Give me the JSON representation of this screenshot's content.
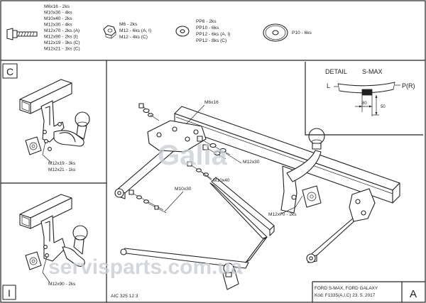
{
  "parts_list": {
    "bolts": [
      "M6x16 - 2ks",
      "M10x30 - 4ks",
      "M10x40 - 2ks",
      "M12x30 - 4ks",
      "M12x70 - 2ks (A)",
      "M12x90 - 2ks (I)",
      "M12x19 - 3ks (C)",
      "M12x21 - 1ks (C)"
    ],
    "nuts": [
      "M6 - 2ks",
      "M12 - 6ks (A, I)",
      "M12 - 4ks (C)"
    ],
    "washers": [
      "PP6 - 2ks",
      "PP10 - 6ks",
      "PP12 - 6ks (A, I)",
      "PP12 - 8ks (C)"
    ],
    "large_washer": "P10 - 6ks"
  },
  "panel_c": {
    "letter": "C",
    "callout_1": "M12x19 - 3ks",
    "callout_2": "M12x21 - 1ks"
  },
  "panel_i": {
    "letter": "I",
    "callout": "M12x90 - 2ks"
  },
  "code": "AIC 325 12 3",
  "main": {
    "letter": "A",
    "labels": {
      "m6x16": "M6x16",
      "m12x30": "M12x30",
      "m10x40": "M10x40",
      "m10x30": "M10x30",
      "m12x70": "M12x70 - 2ks"
    }
  },
  "detail": {
    "title": "DETAIL",
    "model": "S-MAX",
    "left": "L",
    "right": "P(R)",
    "dim_80": "80",
    "dim_50": "50"
  },
  "title_block": {
    "vehicle": "FORD S-MAX, FORD GALAXY",
    "kod": "Kód: F1335(A,I,C)  23. 5. 2017"
  },
  "watermarks": {
    "logo": "Galia",
    "site": "servisparts.com.ua"
  }
}
